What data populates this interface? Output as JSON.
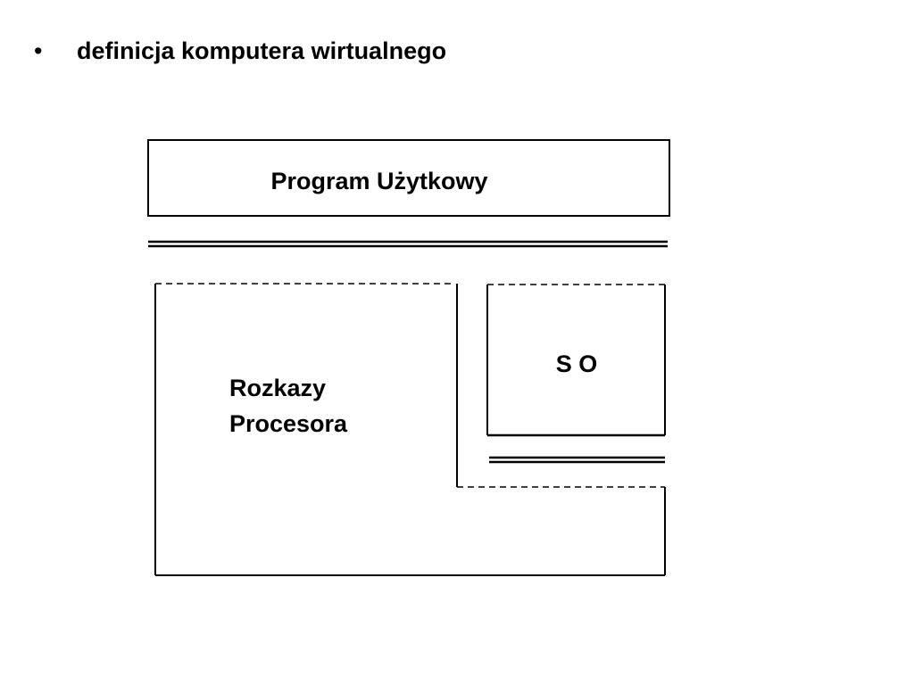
{
  "slide": {
    "bullet": "•",
    "heading": "definicja komputera wirtualnego"
  },
  "diagram": {
    "program_label": "Program Użytkowy",
    "processor_label_line1": "Rozkazy",
    "processor_label_line2": "Procesora",
    "os_label": "S O"
  }
}
